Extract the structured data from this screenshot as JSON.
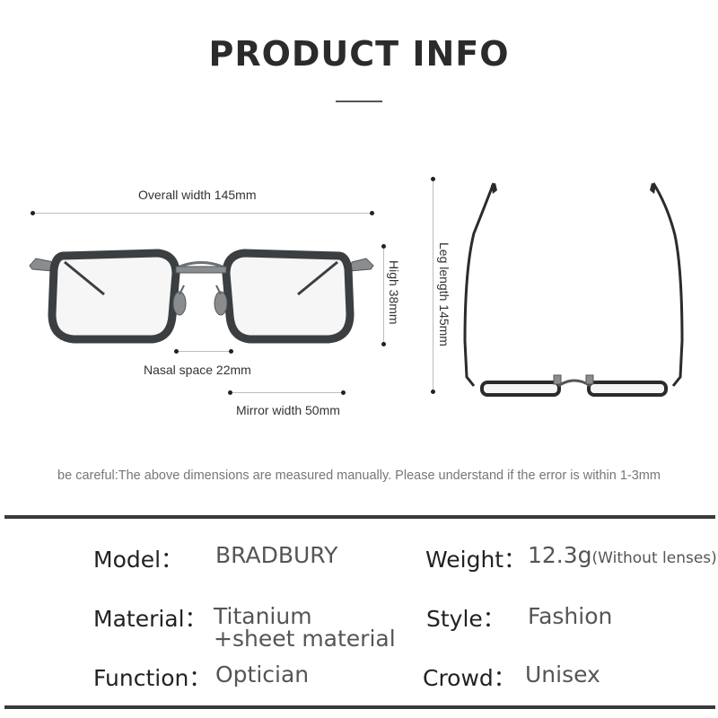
{
  "header": {
    "title": "PRODUCT INFO"
  },
  "dimensions": {
    "overall_width": "Overall width 145mm",
    "nasal_space": "Nasal space 22mm",
    "mirror_width": "Mirror width 50mm",
    "high": "High 38mm",
    "leg_length": "Leg length 145mm"
  },
  "note": "be careful:The above dimensions are measured manually. Please understand if the error is within 1-3mm",
  "specs": {
    "model_key": "Model：",
    "model_value": "BRADBURY",
    "weight_key": "Weight：",
    "weight_value": "12.3g",
    "weight_note": "(Without lenses)",
    "material_key": "Material：",
    "material_value_1": "Titanium",
    "material_value_2": "+sheet material",
    "style_key": "Style：",
    "style_value": "Fashion",
    "function_key": "Function：",
    "function_value": "Optician",
    "crowd_key": "Crowd：",
    "crowd_value": "Unisex"
  },
  "colors": {
    "frame": "#3c3f41",
    "frame_light": "#8a8d8f",
    "dark": "#2b2b2b"
  }
}
